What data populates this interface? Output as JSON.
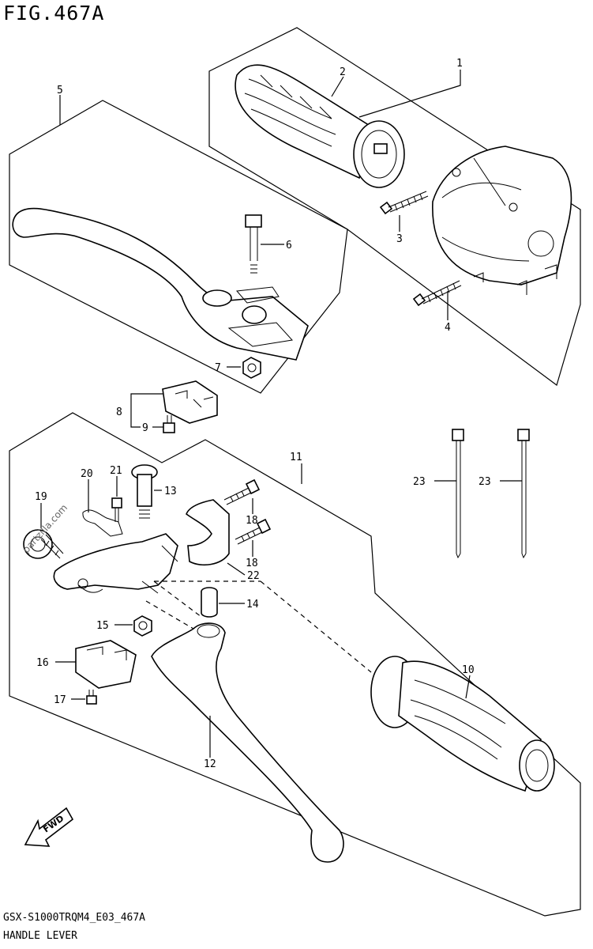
{
  "title": "FIG.467A",
  "footer": {
    "code": "GSX-S1000TRQM4_E03_467A",
    "name": "HANDLE LEVER"
  },
  "watermark": "partzilla.com",
  "fwd_label": "FWD",
  "callouts": {
    "c1": "1",
    "c2": "2",
    "c3": "3",
    "c4": "4",
    "c5": "5",
    "c6": "6",
    "c7": "7",
    "c8": "8",
    "c9": "9",
    "c10": "10",
    "c11": "11",
    "c12": "12",
    "c13": "13",
    "c14": "14",
    "c15": "15",
    "c16": "16",
    "c17": "17",
    "c18a": "18",
    "c18b": "18",
    "c19": "19",
    "c20": "20",
    "c21": "21",
    "c22": "22",
    "c23a": "23",
    "c23b": "23"
  }
}
